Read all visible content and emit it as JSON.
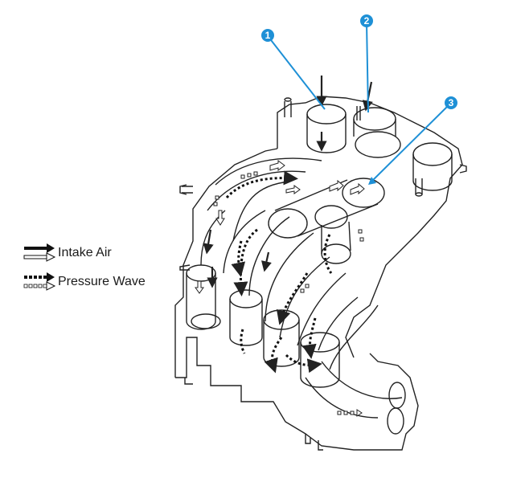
{
  "legend": {
    "intake_air_label": "Intake Air",
    "pressure_wave_label": "Pressure Wave"
  },
  "callouts": [
    {
      "number": "1"
    },
    {
      "number": "2"
    },
    {
      "number": "3"
    }
  ],
  "colors": {
    "callout_blue": "#1e90d6",
    "line_ink": "#222222"
  },
  "icons": {
    "intake_air": "solid-arrow-icon",
    "pressure_wave": "dashed-arrow-icon"
  }
}
